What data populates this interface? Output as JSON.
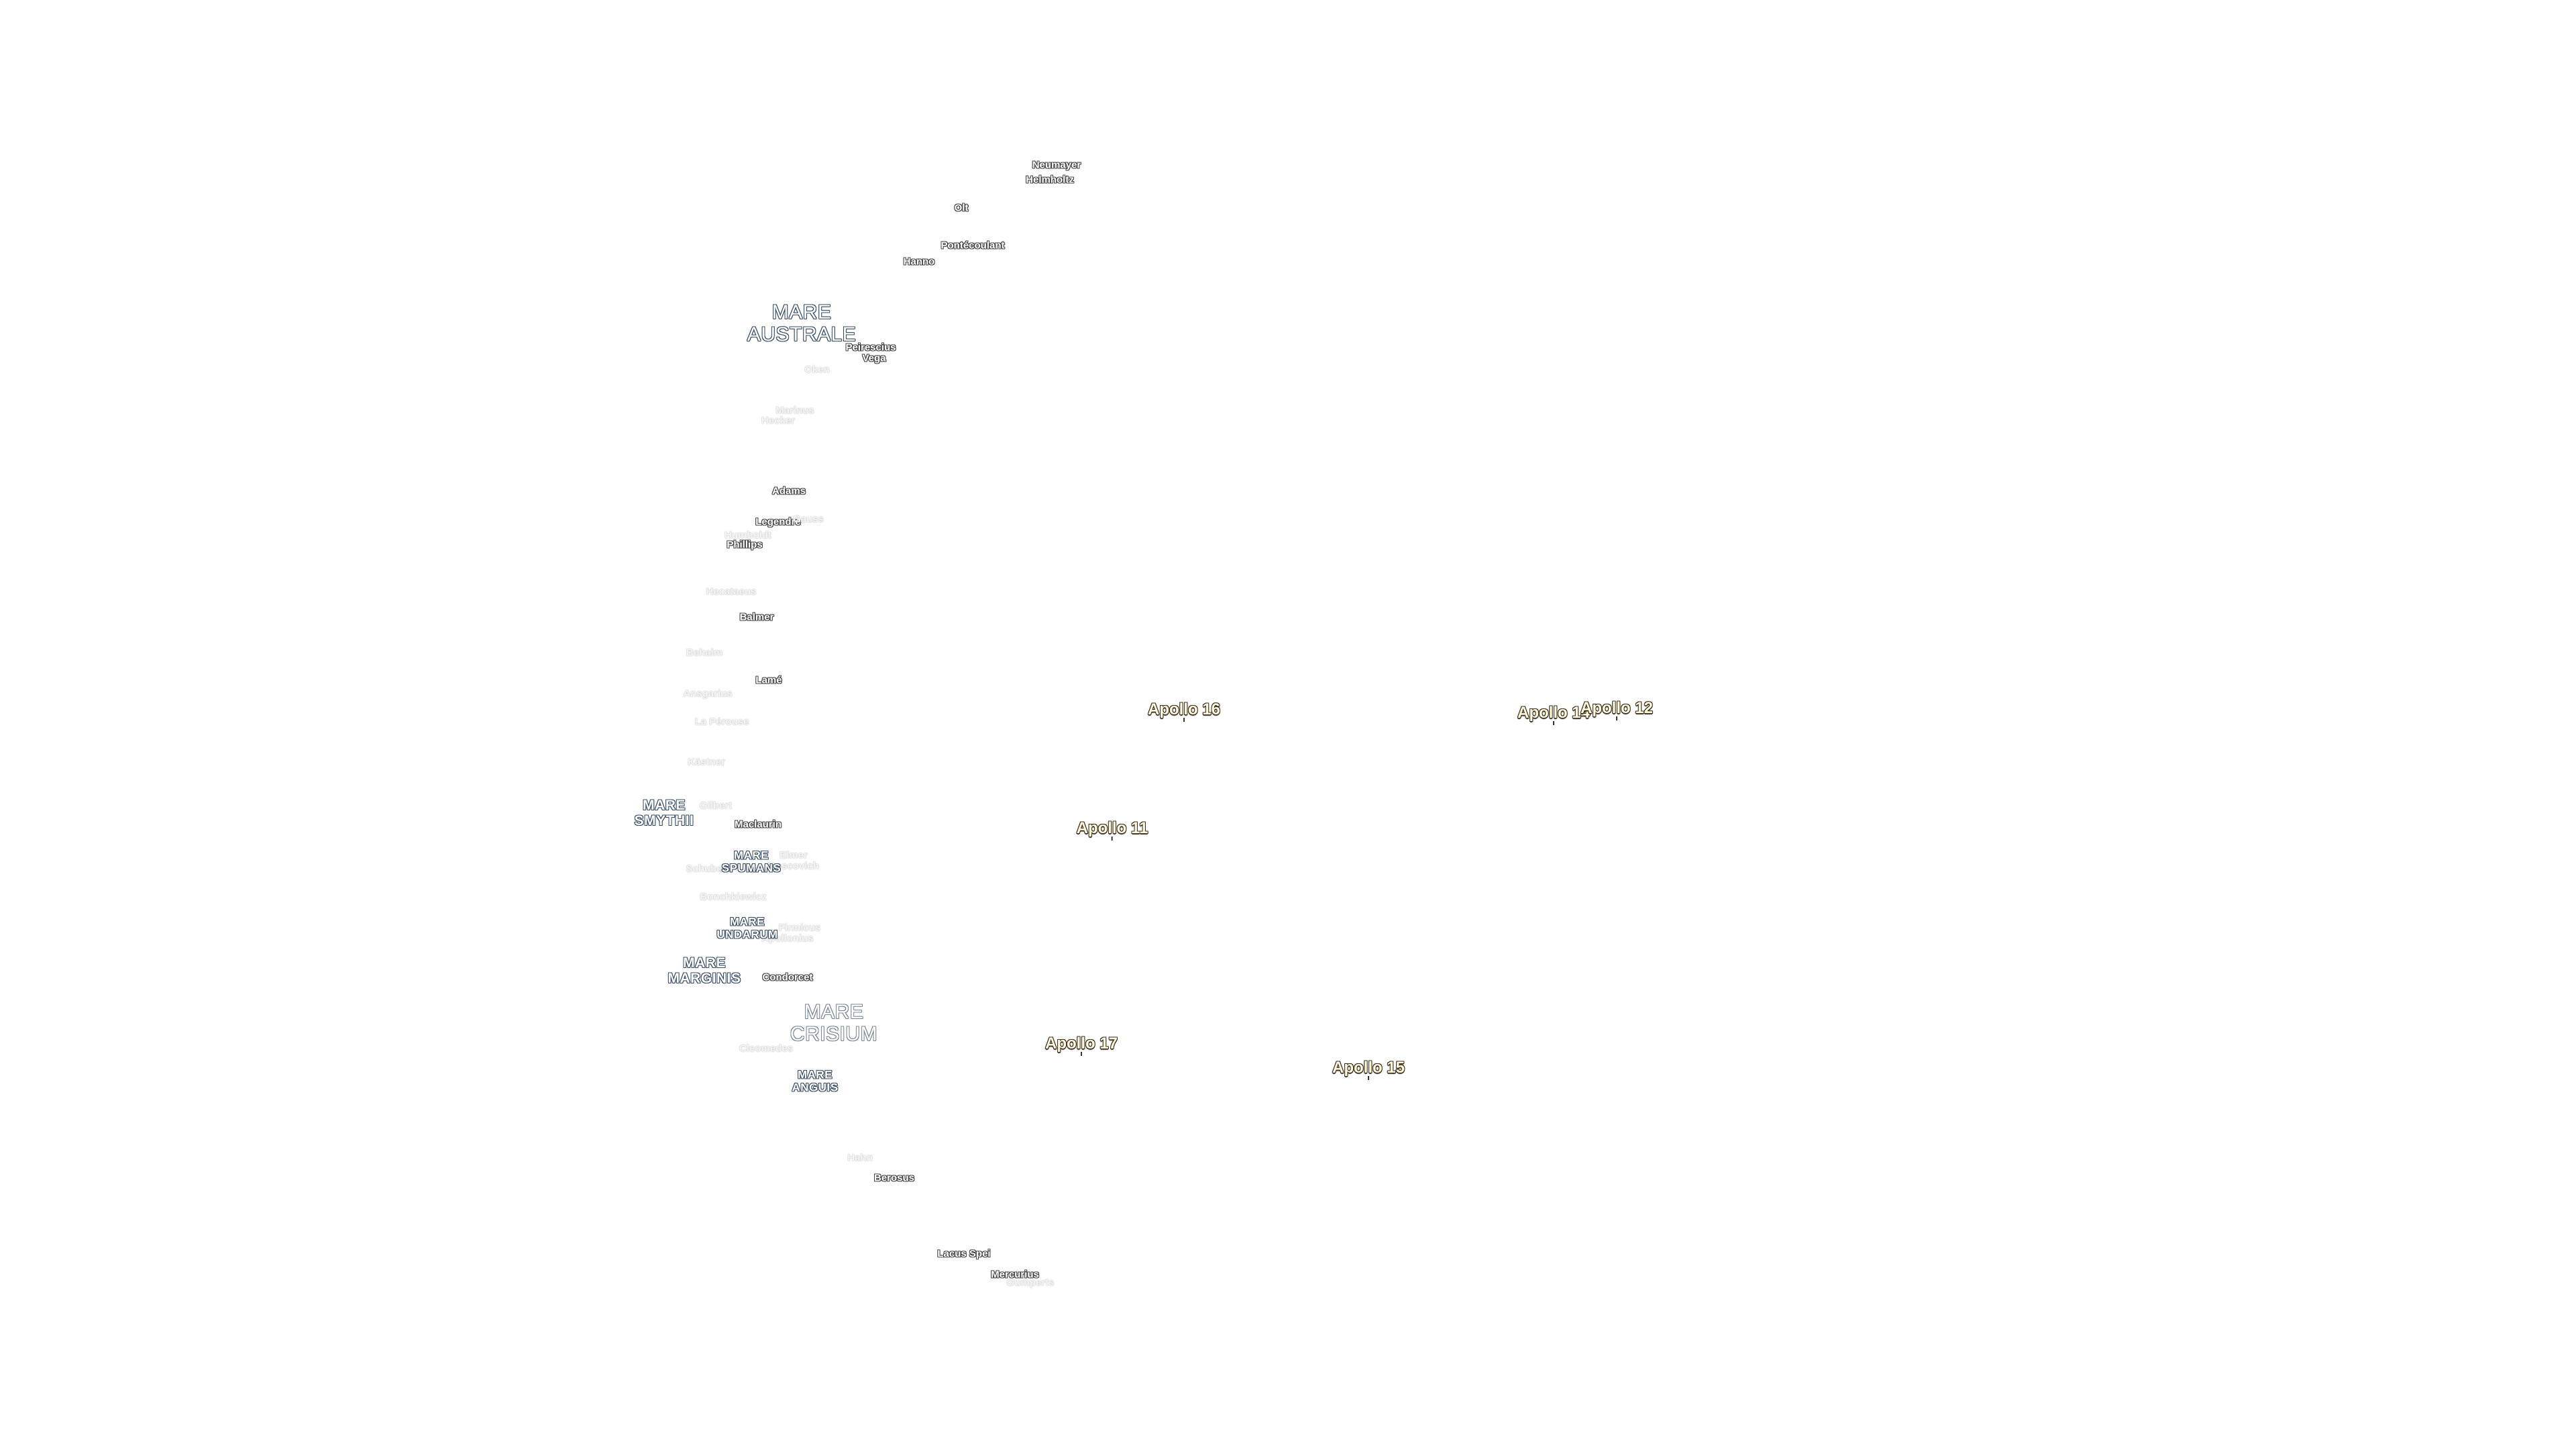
{
  "map": {
    "craters": [
      {
        "name": "Neumayer",
        "style": "crater"
      },
      {
        "name": "Helmholtz",
        "style": "crater"
      },
      {
        "name": "Olt",
        "style": "crater"
      },
      {
        "name": "Pontécoulant",
        "style": "crater"
      },
      {
        "name": "Hanno",
        "style": "crater"
      },
      {
        "name": "Peirescius",
        "style": "crater"
      },
      {
        "name": "Vega",
        "style": "crater"
      },
      {
        "name": "Oken",
        "style": "crater faint"
      },
      {
        "name": "Marinus",
        "style": "crater faint"
      },
      {
        "name": "Hecker",
        "style": "crater faint"
      },
      {
        "name": "Adams",
        "style": "crater"
      },
      {
        "name": "Legendre",
        "style": "crater"
      },
      {
        "name": "Gauss",
        "style": "crater faint"
      },
      {
        "name": "Phillips",
        "style": "crater"
      },
      {
        "name": "Humboldt",
        "style": "crater faint"
      },
      {
        "name": "Hecataeus",
        "style": "crater faint"
      },
      {
        "name": "Balmer",
        "style": "crater"
      },
      {
        "name": "Behaim",
        "style": "crater faint"
      },
      {
        "name": "Lamé",
        "style": "crater"
      },
      {
        "name": "Ansgarius",
        "style": "crater faint"
      },
      {
        "name": "La Pérouse",
        "style": "crater faint"
      },
      {
        "name": "Kästner",
        "style": "crater faint"
      },
      {
        "name": "Gilbert",
        "style": "crater faint"
      },
      {
        "name": "Maclaurin",
        "style": "crater"
      },
      {
        "name": "Elmer",
        "style": "crater faint"
      },
      {
        "name": "Schubert",
        "style": "crater faint"
      },
      {
        "name": "Boscovich",
        "style": "crater faint"
      },
      {
        "name": "Bonchkiewicz",
        "style": "crater faint"
      },
      {
        "name": "Firmicus",
        "style": "crater faint"
      },
      {
        "name": "Apollonius",
        "style": "crater faint"
      },
      {
        "name": "Condorcet",
        "style": "crater"
      },
      {
        "name": "Cleomedes",
        "style": "crater faint"
      },
      {
        "name": "Hahn",
        "style": "crater faint"
      },
      {
        "name": "Berosus",
        "style": "crater"
      },
      {
        "name": "Lacus Spei",
        "style": "crater"
      },
      {
        "name": "Mercurius",
        "style": "crater"
      },
      {
        "name": "Gumperts",
        "style": "crater faint"
      }
    ],
    "maria": [
      {
        "name": "MARE AUSTRALE",
        "line1": "MARE",
        "line2": "AUSTRALE",
        "style": "mare large"
      },
      {
        "name": "MARE SMYTHII",
        "line1": "MARE",
        "line2": "SMYTHII",
        "style": "mare medium"
      },
      {
        "name": "MARE SPUMANS",
        "line1": "MARE",
        "line2": "SPUMANS",
        "style": "mare small"
      },
      {
        "name": "MARE UNDARUM",
        "line1": "MARE",
        "line2": "UNDARUM",
        "style": "mare small"
      },
      {
        "name": "MARE MARGINIS",
        "line1": "MARE",
        "line2": "MARGINIS",
        "style": "mare medium"
      },
      {
        "name": "MARE CRISIUM",
        "line1": "MARE",
        "line2": "CRISIUM",
        "style": "mare large muted"
      },
      {
        "name": "MARE ANGUIS",
        "line1": "MARE",
        "line2": "ANGUIS",
        "style": "mare small"
      }
    ],
    "apollo_sites": [
      {
        "name": "Apollo 16"
      },
      {
        "name": "Apollo 14"
      },
      {
        "name": "Apollo 12"
      },
      {
        "name": "Apollo 11"
      },
      {
        "name": "Apollo 17"
      },
      {
        "name": "Apollo 15"
      }
    ],
    "colors": {
      "background": "#ffffff",
      "crater_outline": "#444444",
      "mare_outline": "#3a4d66",
      "apollo_text": "#fff7dc",
      "apollo_outline": "#3b3224"
    }
  }
}
